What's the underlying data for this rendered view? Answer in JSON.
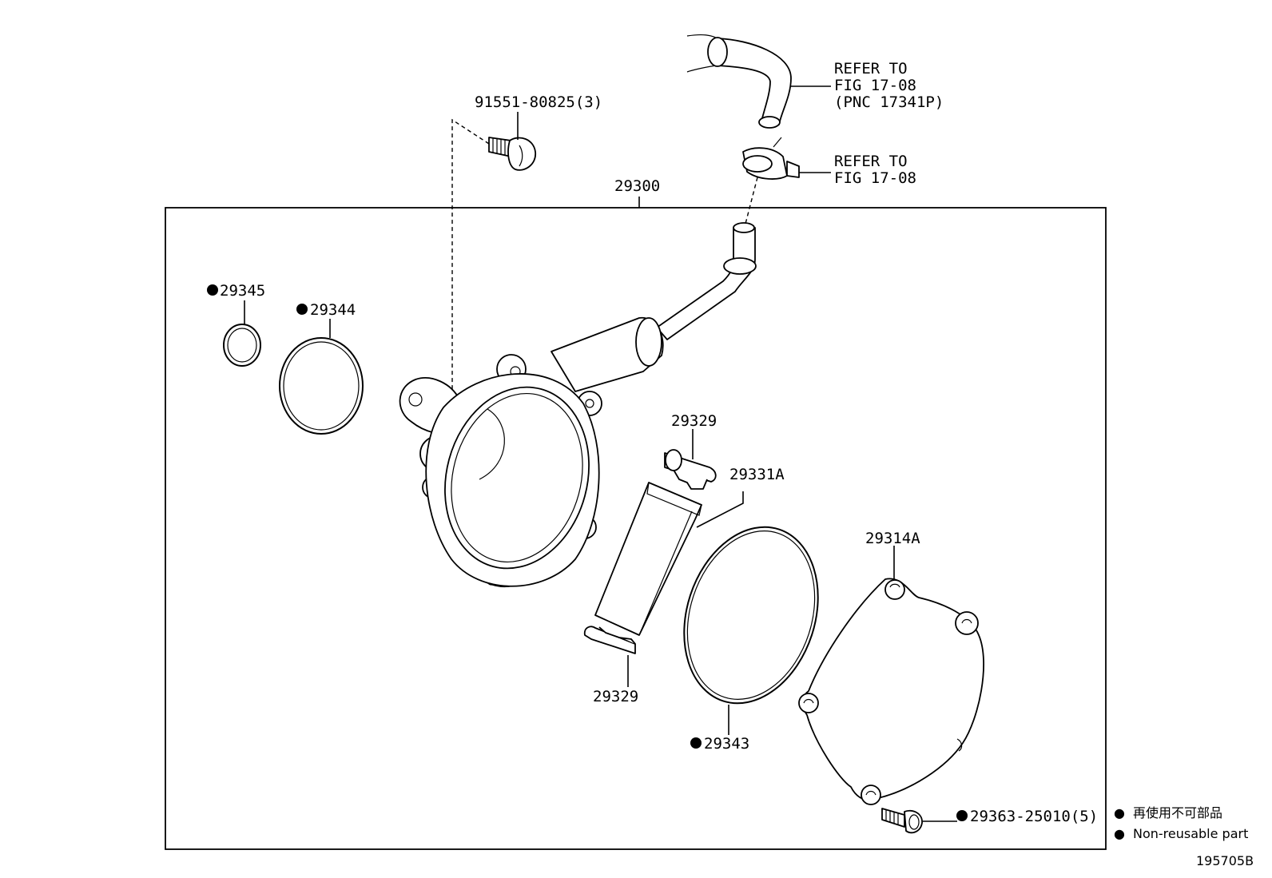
{
  "labels": {
    "bolt_pn": "91551-80825(3)",
    "hose_ref_line1": "REFER TO",
    "hose_ref_line2": "FIG 17-08",
    "hose_ref_line3": "(PNC 17341P)",
    "clamp_ref_line1": "REFER TO",
    "clamp_ref_line2": "FIG 17-08",
    "assembly": "29300",
    "oring_small": "29345",
    "oring_medium": "29344",
    "vane_holder_top": "29329",
    "vane": "29331A",
    "vane_holder_bottom": "29329",
    "gasket": "29343",
    "cover": "29314A",
    "screw": "29363-25010(5)"
  },
  "legend": {
    "marker": "●",
    "japanese": "再使用不可部品",
    "english": "Non-reusable part"
  },
  "figure_id": "195705B"
}
